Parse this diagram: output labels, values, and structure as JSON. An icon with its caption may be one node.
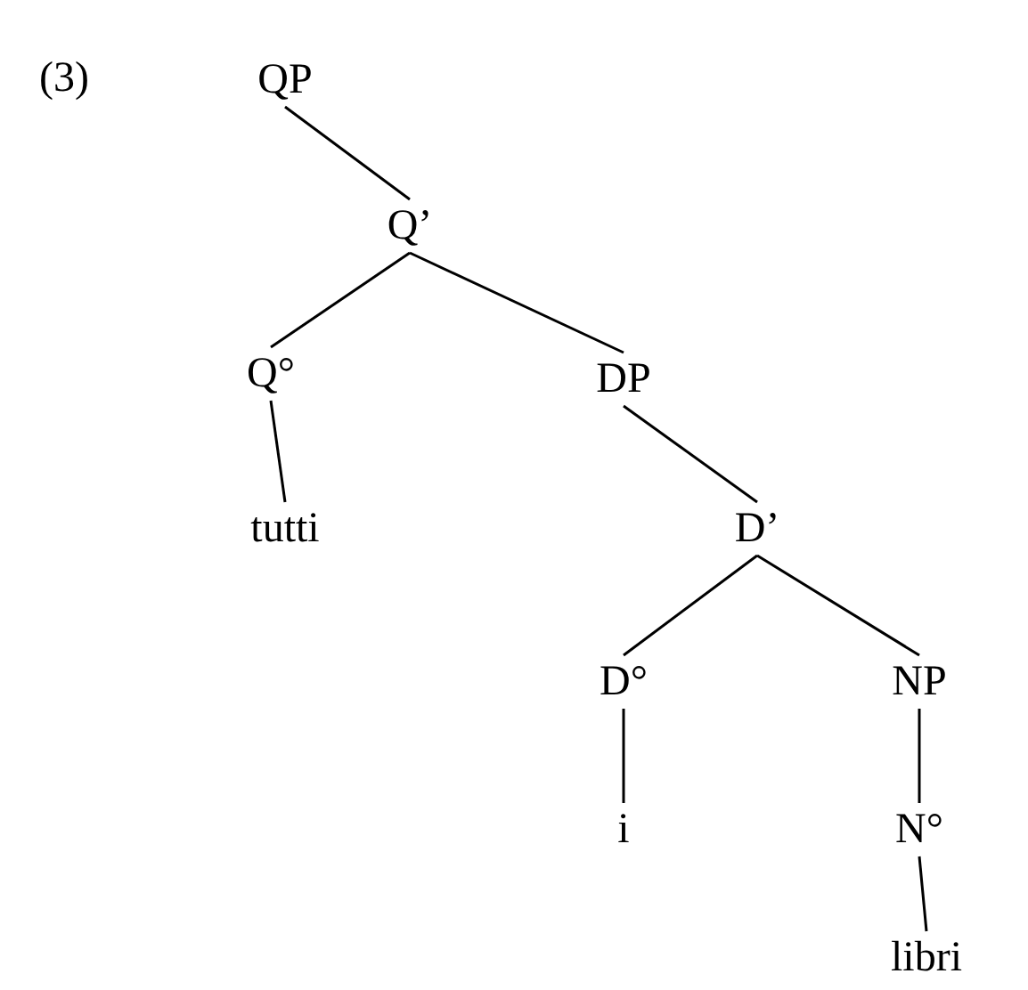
{
  "diagram": {
    "nodes": [
      {
        "text": [
          "QP"
        ]
      },
      {
        "text": [
          "Q’"
        ]
      },
      {
        "text": [
          "Q°"
        ]
      },
      {
        "text": [
          "DP"
        ]
      },
      {
        "text": [
          "tutti"
        ]
      },
      {
        "text": [
          "D’"
        ]
      },
      {
        "text": [
          "D°"
        ]
      },
      {
        "text": [
          "NP"
        ]
      },
      {
        "text": [
          "i"
        ]
      },
      {
        "text": [
          "N°"
        ]
      },
      {
        "text": [
          "libri"
        ]
      }
    ],
    "edges": [
      {
        "from": 0,
        "to": 1,
        "arrow": "none"
      },
      {
        "from": 1,
        "to": 2,
        "arrow": "none"
      },
      {
        "from": 1,
        "to": 3,
        "arrow": "none"
      },
      {
        "from": 2,
        "to": 4,
        "arrow": "none"
      },
      {
        "from": 3,
        "to": 5,
        "arrow": "none"
      },
      {
        "from": 5,
        "to": 6,
        "arrow": "none"
      },
      {
        "from": 5,
        "to": 7,
        "arrow": "none"
      },
      {
        "from": 6,
        "to": 8,
        "arrow": "none"
      },
      {
        "from": 7,
        "to": 9,
        "arrow": "none"
      },
      {
        "from": 9,
        "to": 10,
        "arrow": "none"
      }
    ],
    "labels": [
      "(3)"
    ]
  }
}
